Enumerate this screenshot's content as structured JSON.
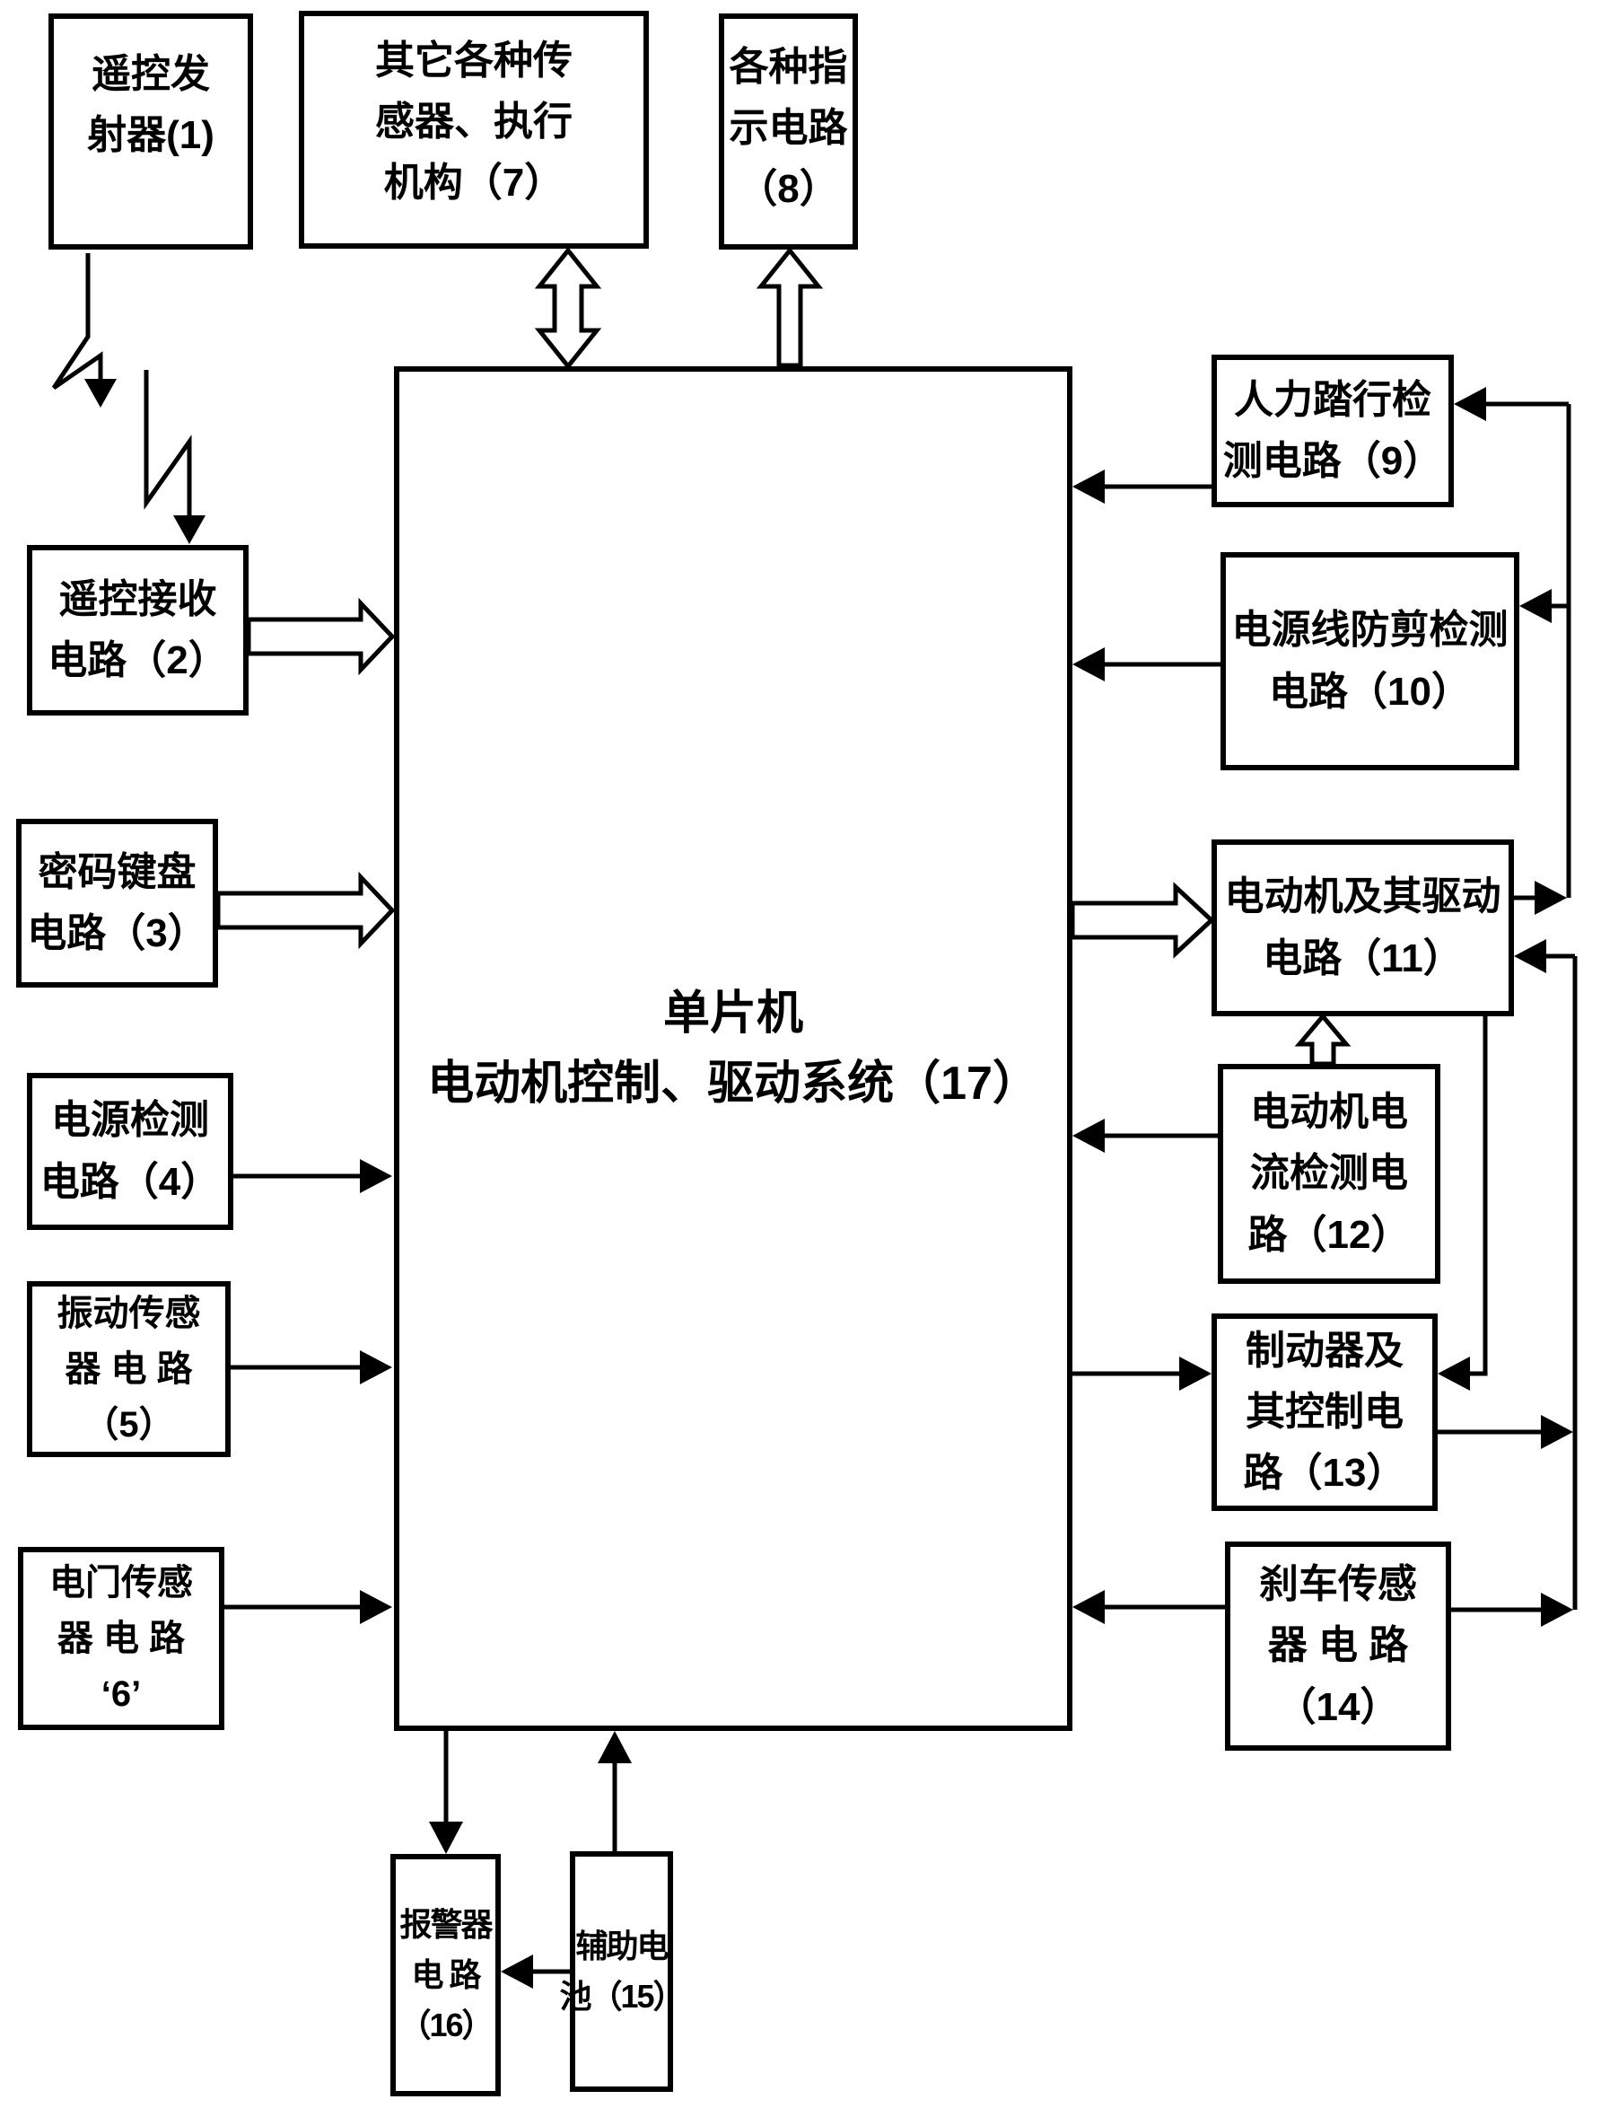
{
  "diagram": {
    "blocks": {
      "b1": {
        "id": "1",
        "lines": [
          "遥控发",
          "射器(1)"
        ]
      },
      "b2": {
        "id": "2",
        "lines": [
          "遥控接收",
          "电路（2）"
        ]
      },
      "b3": {
        "id": "3",
        "lines": [
          "密码键盘",
          "电路（3）"
        ]
      },
      "b4": {
        "id": "4",
        "lines": [
          "电源检测",
          "电路（4）"
        ]
      },
      "b5": {
        "id": "5",
        "lines": [
          "振动传感",
          "器 电 路",
          "（5）"
        ]
      },
      "b6": {
        "id": "6",
        "lines": [
          "电门传感",
          "器 电 路",
          "‘6’"
        ]
      },
      "b7": {
        "id": "7",
        "lines": [
          "其它各种传",
          "感器、执行",
          "机构（7）"
        ]
      },
      "b8": {
        "id": "8",
        "lines": [
          "各种指",
          "示电路",
          "（8）"
        ]
      },
      "b9": {
        "id": "9",
        "lines": [
          "人力踏行检",
          "测电路（9）"
        ]
      },
      "b10": {
        "id": "10",
        "lines": [
          "电源线防剪检测",
          "电路（10）"
        ]
      },
      "b11": {
        "id": "11",
        "lines": [
          "电动机及其驱动",
          "电路（11）"
        ]
      },
      "b12": {
        "id": "12",
        "lines": [
          "电动机电",
          "流检测电",
          "路（12）"
        ]
      },
      "b13": {
        "id": "13",
        "lines": [
          "制动器及",
          "其控制电",
          "路（13）"
        ]
      },
      "b14": {
        "id": "14",
        "lines": [
          "刹车传感",
          "器 电 路",
          "（14）"
        ]
      },
      "b15": {
        "id": "15",
        "lines": [
          "辅助电",
          "池（15）"
        ]
      },
      "b16": {
        "id": "16",
        "lines": [
          "报警器",
          "电  路",
          "（16）"
        ]
      },
      "b17": {
        "id": "17",
        "lines": [
          "单片机",
          "电动机控制、驱动系统（17）"
        ]
      }
    },
    "connections": [
      {
        "from": "遥控发射器(1)",
        "to": "遥控接收电路(2)",
        "type": "wireless-lightning"
      },
      {
        "from": "遥控接收电路(2)",
        "to": "单片机(17)",
        "type": "hollow-arrow"
      },
      {
        "from": "密码键盘电路(3)",
        "to": "单片机(17)",
        "type": "hollow-arrow"
      },
      {
        "from": "电源检测电路(4)",
        "to": "单片机(17)",
        "type": "arrow"
      },
      {
        "from": "振动传感器电路(5)",
        "to": "单片机(17)",
        "type": "arrow"
      },
      {
        "from": "电门传感器电路(6)",
        "to": "单片机(17)",
        "type": "arrow"
      },
      {
        "from": "单片机(17)",
        "to": "其它各种传感器、执行机构(7)",
        "type": "hollow-double-arrow"
      },
      {
        "from": "单片机(17)",
        "to": "各种指示电路(8)",
        "type": "hollow-arrow"
      },
      {
        "from": "人力踏行检测电路(9)",
        "to": "单片机(17)",
        "type": "arrow"
      },
      {
        "from": "电源线防剪检测电路(10)",
        "to": "单片机(17)",
        "type": "arrow"
      },
      {
        "from": "单片机(17)",
        "to": "电动机及其驱动电路(11)",
        "type": "hollow-arrow"
      },
      {
        "from": "电动机及其驱动电路(11)",
        "to": "上行总线(至9、10)",
        "type": "arrow"
      },
      {
        "from": "上行总线(至9、10)",
        "to": "人力踏行检测电路(9)",
        "type": "arrow"
      },
      {
        "from": "上行总线(至9、10)",
        "to": "电源线防剪检测电路(10)",
        "type": "arrow"
      },
      {
        "from": "下行总线(自13、14)",
        "to": "电动机及其驱动电路(11)",
        "type": "arrow"
      },
      {
        "from": "电动机电流检测电路(12)",
        "to": "电动机及其驱动电路(11)",
        "type": "hollow-arrow"
      },
      {
        "from": "电动机电流检测电路(12)",
        "to": "单片机(17)",
        "type": "arrow"
      },
      {
        "from": "单片机(17)",
        "to": "制动器及其控制电路(13)",
        "type": "arrow"
      },
      {
        "from": "电动机及其驱动电路(11)",
        "to": "制动器及其控制电路(13)",
        "type": "arrow"
      },
      {
        "from": "制动器及其控制电路(13)",
        "to": "下行总线(自13、14)",
        "type": "arrow"
      },
      {
        "from": "刹车传感器电路(14)",
        "to": "单片机(17)",
        "type": "arrow"
      },
      {
        "from": "刹车传感器电路(14)",
        "to": "下行总线(自13、14)",
        "type": "arrow"
      },
      {
        "from": "单片机(17)",
        "to": "报警器电路(16)",
        "type": "arrow"
      },
      {
        "from": "辅助电池(15)",
        "to": "单片机(17)",
        "type": "arrow"
      },
      {
        "from": "辅助电池(15)",
        "to": "报警器电路(16)",
        "type": "arrow"
      }
    ]
  }
}
